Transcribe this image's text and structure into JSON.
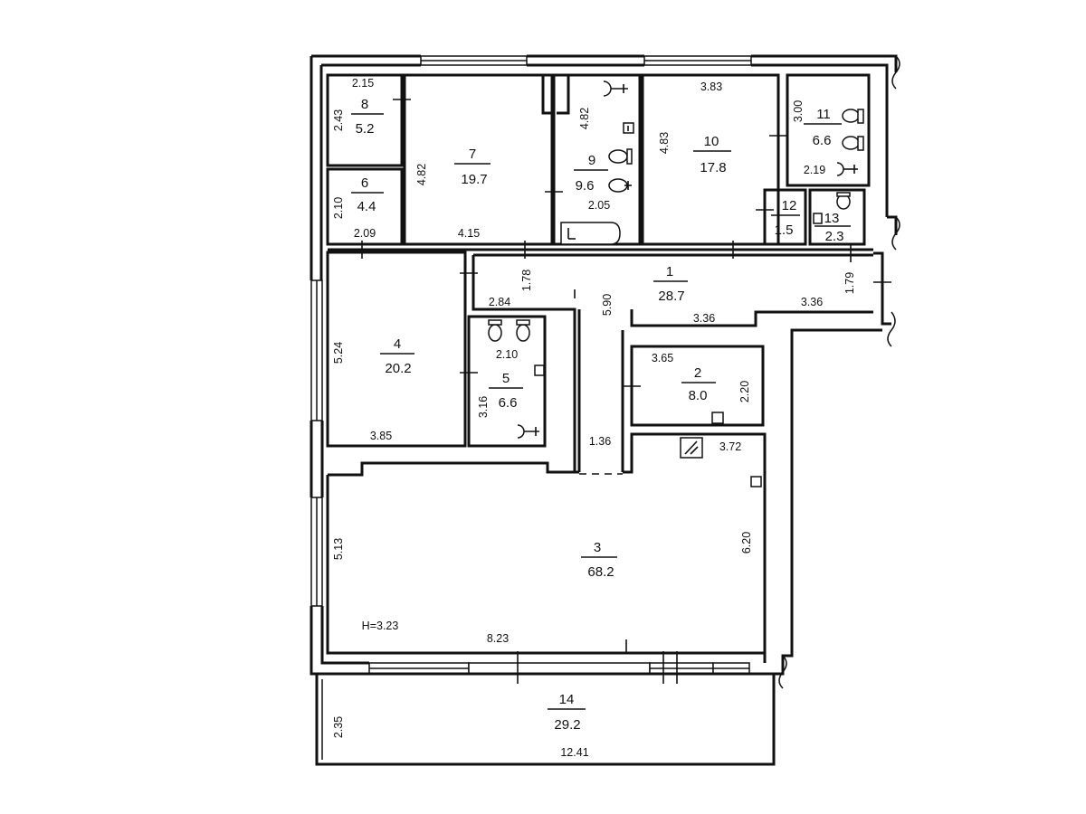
{
  "rooms": [
    {
      "id": "1",
      "number": "1",
      "area": "28.7"
    },
    {
      "id": "2",
      "number": "2",
      "area": "8.0"
    },
    {
      "id": "3",
      "number": "3",
      "area": "68.2"
    },
    {
      "id": "4",
      "number": "4",
      "area": "20.2"
    },
    {
      "id": "5",
      "number": "5",
      "area": "6.6"
    },
    {
      "id": "6",
      "number": "6",
      "area": "4.4"
    },
    {
      "id": "7",
      "number": "7",
      "area": "19.7"
    },
    {
      "id": "8",
      "number": "8",
      "area": "5.2"
    },
    {
      "id": "9",
      "number": "9",
      "area": "9.6"
    },
    {
      "id": "10",
      "number": "10",
      "area": "17.8"
    },
    {
      "id": "11",
      "number": "11",
      "area": "6.6"
    },
    {
      "id": "12",
      "number": "12",
      "area": "1.5"
    },
    {
      "id": "13",
      "number": "13",
      "area": "2.3"
    },
    {
      "id": "14",
      "number": "14",
      "area": "29.2"
    }
  ],
  "dimensions": [
    {
      "id": "d8w",
      "text": "2.15"
    },
    {
      "id": "d8h",
      "text": "2.43"
    },
    {
      "id": "d6h",
      "text": "2.10"
    },
    {
      "id": "d6w",
      "text": "2.09"
    },
    {
      "id": "d7h",
      "text": "4.82"
    },
    {
      "id": "d7w",
      "text": "4.15"
    },
    {
      "id": "d9h",
      "text": "4.82"
    },
    {
      "id": "d9w",
      "text": "2.05"
    },
    {
      "id": "d10w",
      "text": "3.83"
    },
    {
      "id": "d10h",
      "text": "4.83"
    },
    {
      "id": "d11h",
      "text": "3.00"
    },
    {
      "id": "d11w",
      "text": "2.19"
    },
    {
      "id": "d1a",
      "text": "1.78"
    },
    {
      "id": "d1b",
      "text": "2.84"
    },
    {
      "id": "d1c",
      "text": "5.90"
    },
    {
      "id": "d1d",
      "text": "3.36"
    },
    {
      "id": "d1e",
      "text": "3.36"
    },
    {
      "id": "d1f",
      "text": "1.79"
    },
    {
      "id": "d4h",
      "text": "5.24"
    },
    {
      "id": "d4w",
      "text": "3.85"
    },
    {
      "id": "d5w",
      "text": "2.10"
    },
    {
      "id": "d5h",
      "text": "3.16"
    },
    {
      "id": "d2w",
      "text": "3.65"
    },
    {
      "id": "d2h",
      "text": "2.20"
    },
    {
      "id": "dcor",
      "text": "1.36"
    },
    {
      "id": "d3a",
      "text": "3.72"
    },
    {
      "id": "d3h",
      "text": "5.13"
    },
    {
      "id": "d3r",
      "text": "6.20"
    },
    {
      "id": "d3w",
      "text": "8.23"
    },
    {
      "id": "height",
      "text": "H=3.23"
    },
    {
      "id": "d14h",
      "text": "2.35"
    },
    {
      "id": "d14w",
      "text": "12.41"
    }
  ]
}
